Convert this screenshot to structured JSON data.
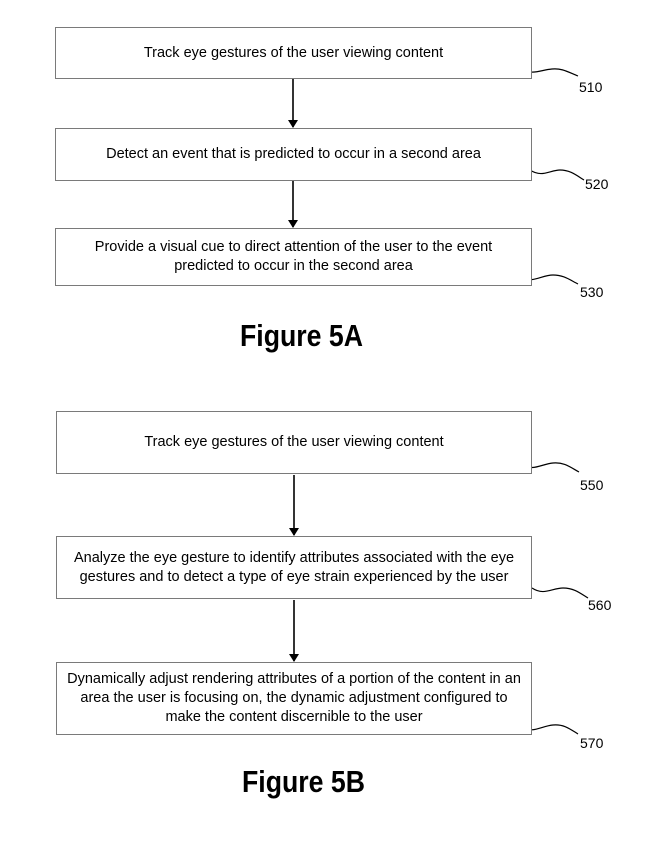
{
  "figure_a": {
    "title": "Figure 5A",
    "steps": [
      {
        "ref": "510",
        "text": "Track eye gestures of the user viewing content"
      },
      {
        "ref": "520",
        "text": "Detect an event that is predicted to occur in a second area"
      },
      {
        "ref": "530",
        "text": "Provide a visual cue to direct attention of the user to the event predicted to occur in the second area"
      }
    ]
  },
  "figure_b": {
    "title": "Figure 5B",
    "steps": [
      {
        "ref": "550",
        "text": "Track eye gestures of the user viewing content"
      },
      {
        "ref": "560",
        "text": "Analyze the eye gesture to identify attributes associated with the eye gestures and to detect a type of eye strain experienced by the user"
      },
      {
        "ref": "570",
        "text": "Dynamically adjust rendering attributes of a portion of the content in an area the user is focusing on, the dynamic adjustment configured to make the content discernible to the user"
      }
    ]
  }
}
